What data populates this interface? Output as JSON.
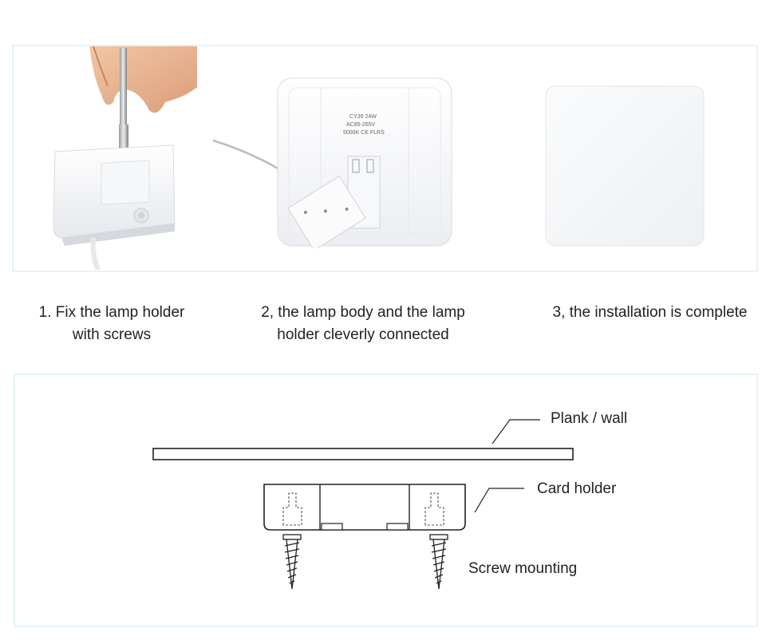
{
  "steps": [
    {
      "line1": "1. Fix the lamp holder",
      "line2": "with screws"
    },
    {
      "line1": "2, the lamp body and the lamp",
      "line2": "holder cleverly connected"
    },
    {
      "line1": "3, the installation is complete",
      "line2": ""
    }
  ],
  "product_label": {
    "line1": "CY39 24W",
    "line2": "AC85-265V",
    "line3": "5000K CE FLRS"
  },
  "diagram": {
    "plank_label": "Plank / wall",
    "holder_label": "Card holder",
    "screw_label": "Screw mounting"
  },
  "colors": {
    "frame_border": "#e3f4f8",
    "product_white": "#f4f5f7",
    "line": "#222222"
  }
}
